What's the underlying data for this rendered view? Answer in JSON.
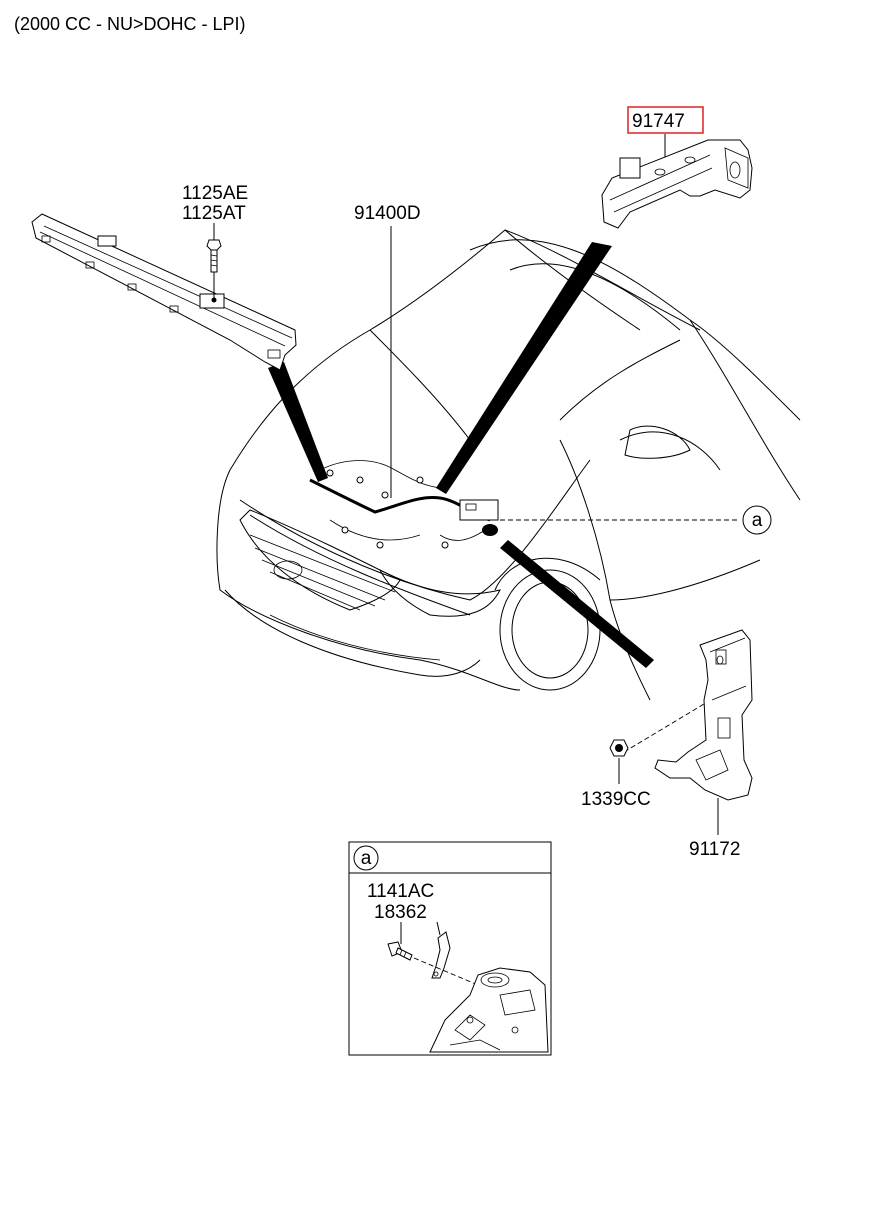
{
  "header": {
    "engine_spec": "(2000 CC - NU>DOHC - LPI)"
  },
  "parts": {
    "p_1125ae": "1125AE",
    "p_1125at": "1125AT",
    "p_91400d": "91400D",
    "p_91747": "91747",
    "p_1339cc": "1339CC",
    "p_91172": "91172"
  },
  "callout": {
    "marker": "a"
  },
  "detail_box": {
    "marker": "a",
    "p_1141ac": "1141AC",
    "p_18362": "18362"
  },
  "highlight": {
    "part": "91747",
    "color": "#e02020"
  }
}
